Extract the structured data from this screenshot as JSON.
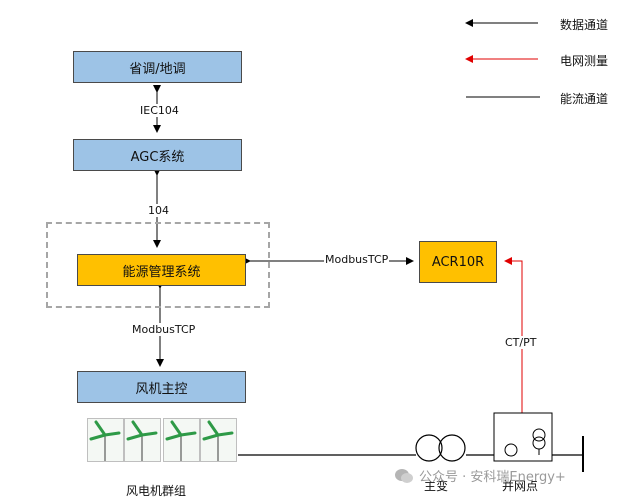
{
  "legend": [
    {
      "label": "数据通道",
      "color": "#000000"
    },
    {
      "label": "电网测量",
      "color": "#ff0000"
    },
    {
      "label": "能流通道",
      "color": "#000000"
    }
  ],
  "nodes": {
    "dispatch": "省调/地调",
    "agc": "AGC系统",
    "ems": "能源管理系统",
    "acr": "ACR10R",
    "turbine_ctrl": "风机主控"
  },
  "links": {
    "iec104": "IEC104",
    "l104": "104",
    "modbus_tcp_right": "ModbusTCP",
    "modbus_tcp_down": "ModbusTCP",
    "ct_pt": "CT/PT"
  },
  "bottom": {
    "turbine_group": "风电机群组",
    "main_transformer": "主变",
    "grid_point": "并网点"
  },
  "watermark": "公众号 · 安科瑞Energy+",
  "colors": {
    "blue_box": "#9dc3e6",
    "orange_box": "#ffc000",
    "measure_line": "#ff0000"
  }
}
